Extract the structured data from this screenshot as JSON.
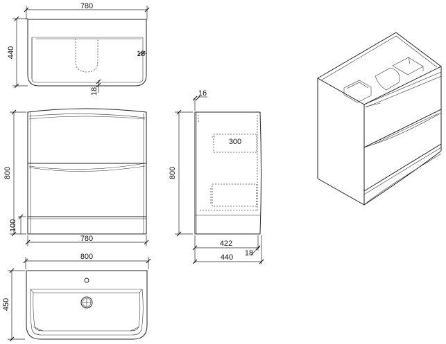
{
  "views": {
    "top": {
      "width_label": "780",
      "depth_label": "440",
      "wall_label": "18",
      "back_label": "18"
    },
    "front": {
      "height_label": "800",
      "plinth_label": "100",
      "width_label": "780"
    },
    "side": {
      "top_label": "16",
      "drawer_label": "300",
      "height_label": "800",
      "inner_depth_label": "422",
      "depth_label": "440",
      "offset_label": "18"
    },
    "basin": {
      "width_label": "800",
      "depth_label": "450"
    }
  }
}
